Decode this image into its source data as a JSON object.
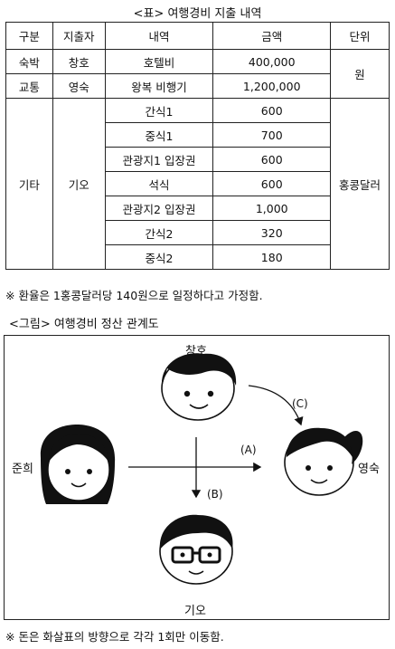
{
  "table_caption": "<표> 여행경비 지출 내역",
  "table": {
    "headers": [
      "구분",
      "지출자",
      "내역",
      "금액",
      "단위"
    ],
    "rows": [
      {
        "category": "숙박",
        "payer": "창호",
        "item": "호텔비",
        "amount": "400,000"
      },
      {
        "category": "교통",
        "payer": "영숙",
        "item": "왕복 비행기",
        "amount": "1,200,000"
      },
      {
        "category": "기타",
        "payer": "기오",
        "item": "간식1",
        "amount": "600"
      },
      {
        "item": "중식1",
        "amount": "700"
      },
      {
        "item": "관광지1 입장권",
        "amount": "600"
      },
      {
        "item": "석식",
        "amount": "600"
      },
      {
        "item": "관광지2 입장권",
        "amount": "1,000"
      },
      {
        "item": "간식2",
        "amount": "320"
      },
      {
        "item": "중식2",
        "amount": "180"
      }
    ],
    "unit_won": "원",
    "unit_hkd": "홍콩달러"
  },
  "table_note": "※ 환율은 1홍콩달러당 140원으로 일정하다고 가정함.",
  "figure_caption": "<그림> 여행경비 정산 관계도",
  "figure": {
    "people": {
      "changho": "창호",
      "junhee": "준희",
      "yeongsuk": "영숙",
      "gio": "기오"
    },
    "arrows": {
      "a": "(A)",
      "b": "(B)",
      "c": "(C)"
    }
  },
  "figure_note": "※ 돈은 화살표의 방향으로 각각 1회만 이동함."
}
